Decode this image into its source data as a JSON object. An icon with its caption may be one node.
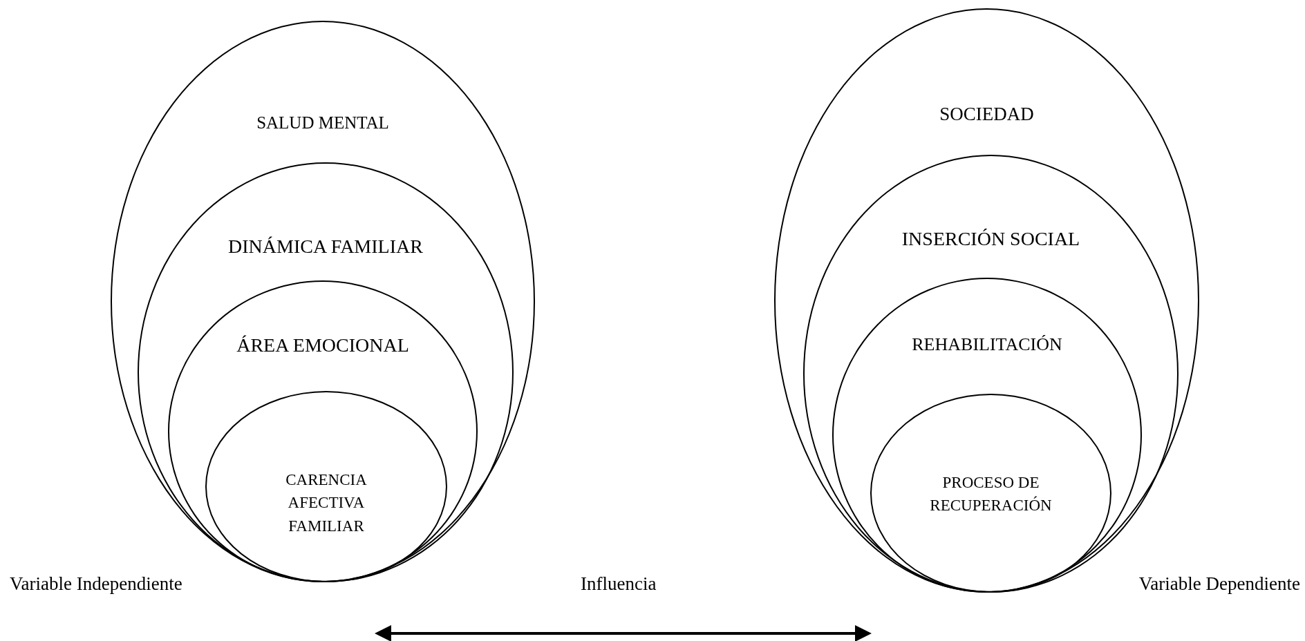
{
  "diagram": {
    "nodes": [
      {
        "text": [
          "SALUD MENTAL"
        ],
        "beside": [
          "Variable Independiente"
        ]
      },
      {
        "text": [
          "DINÁMICA FAMILIAR"
        ],
        "in": 0
      },
      {
        "text": [
          "ÁREA EMOCIONAL"
        ],
        "in": 1
      },
      {
        "text": [
          "CARENCIA AFECTIVA FAMILIAR"
        ],
        "in": 2
      },
      {
        "text": [
          "SOCIEDAD"
        ],
        "beside": [
          "Variable Dependiente"
        ]
      },
      {
        "text": [
          "INSERCIÓN SOCIAL"
        ],
        "in": 4
      },
      {
        "text": [
          "REHABILITACIÓN"
        ],
        "in": 5
      },
      {
        "text": [
          "PROCESO DE RECUPERACIÓN"
        ],
        "in": 6
      }
    ],
    "labels": [
      "Influencia"
    ]
  }
}
